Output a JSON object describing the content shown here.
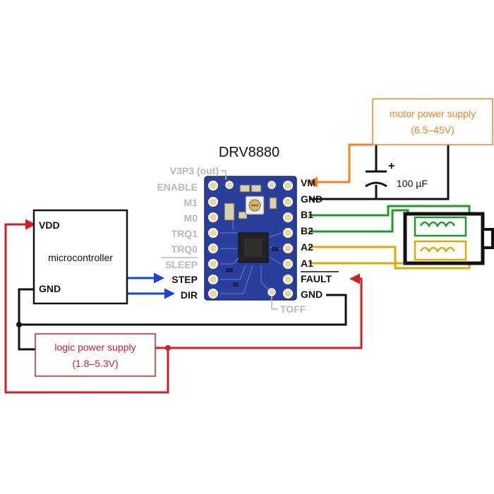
{
  "colors": {
    "orange": "#f58220",
    "red": "#d21f26",
    "blue": "#1e40e0",
    "green": "#1d9a2a",
    "yellow": "#e0a800",
    "black": "#111111",
    "pcb": "#2a3f9c",
    "grey_label": "#b8b8b8"
  },
  "board": {
    "title": "DRV8880",
    "left_pins": [
      "V3P3 (out)",
      "ENABLE",
      "M1",
      "M0",
      "TRQ1",
      "TRQ0",
      "SLEEP",
      "STEP",
      "DIR"
    ],
    "right_pins": [
      "VM",
      "GND",
      "B1",
      "B2",
      "A2",
      "A1",
      "FAULT",
      "GND"
    ],
    "bottom_pin": "TOFF"
  },
  "microcontroller": {
    "label": "microcontroller",
    "vdd_pin": "VDD",
    "gnd_pin": "GND"
  },
  "motor_supply": {
    "line1": "motor power supply",
    "line2": "(6.5–45V)"
  },
  "logic_supply": {
    "line1": "logic power supply",
    "line2": "(1.8–5.3V)"
  },
  "capacitor": {
    "plus": "+",
    "value": "100 µF"
  }
}
